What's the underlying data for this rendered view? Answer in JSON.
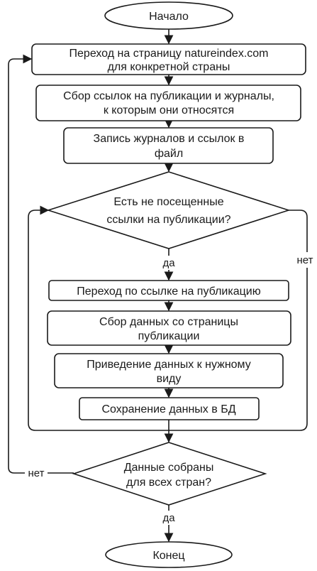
{
  "nodes": {
    "start": "Начало",
    "goto_country_page": [
      "Переход на страницу natureindex.com",
      "для конкретной страны"
    ],
    "collect_links": [
      "Сбор ссылок на публикации и журналы,",
      "к которым они относятся"
    ],
    "write_file": [
      "Запись журналов и ссылок в",
      "файл"
    ],
    "check_unvisited": [
      "Есть не посещенные",
      "ссылки на публикации?"
    ],
    "goto_publication": "Переход по ссылке на публикацию",
    "collect_data": [
      "Сбор данных со страницы",
      "публикации"
    ],
    "transform_data": [
      "Приведение данных к нужному",
      "виду"
    ],
    "save_db": "Сохранение данных в БД",
    "check_all_countries": [
      "Данные собраны",
      "для всех стран?"
    ],
    "end": "Конец"
  },
  "edge_labels": {
    "unvisited_yes": "да",
    "unvisited_no": "нет",
    "countries_no": "нет",
    "countries_yes": "да"
  }
}
